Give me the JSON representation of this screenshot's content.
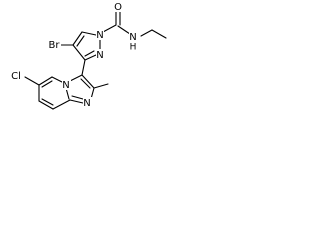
{
  "atoms": {
    "br": "Br",
    "n_pz1": "N",
    "n_pz2": "N",
    "o": "O",
    "nh": "N",
    "h": "H",
    "cl": "Cl",
    "n_ring": "N",
    "n_ring2": "N"
  }
}
